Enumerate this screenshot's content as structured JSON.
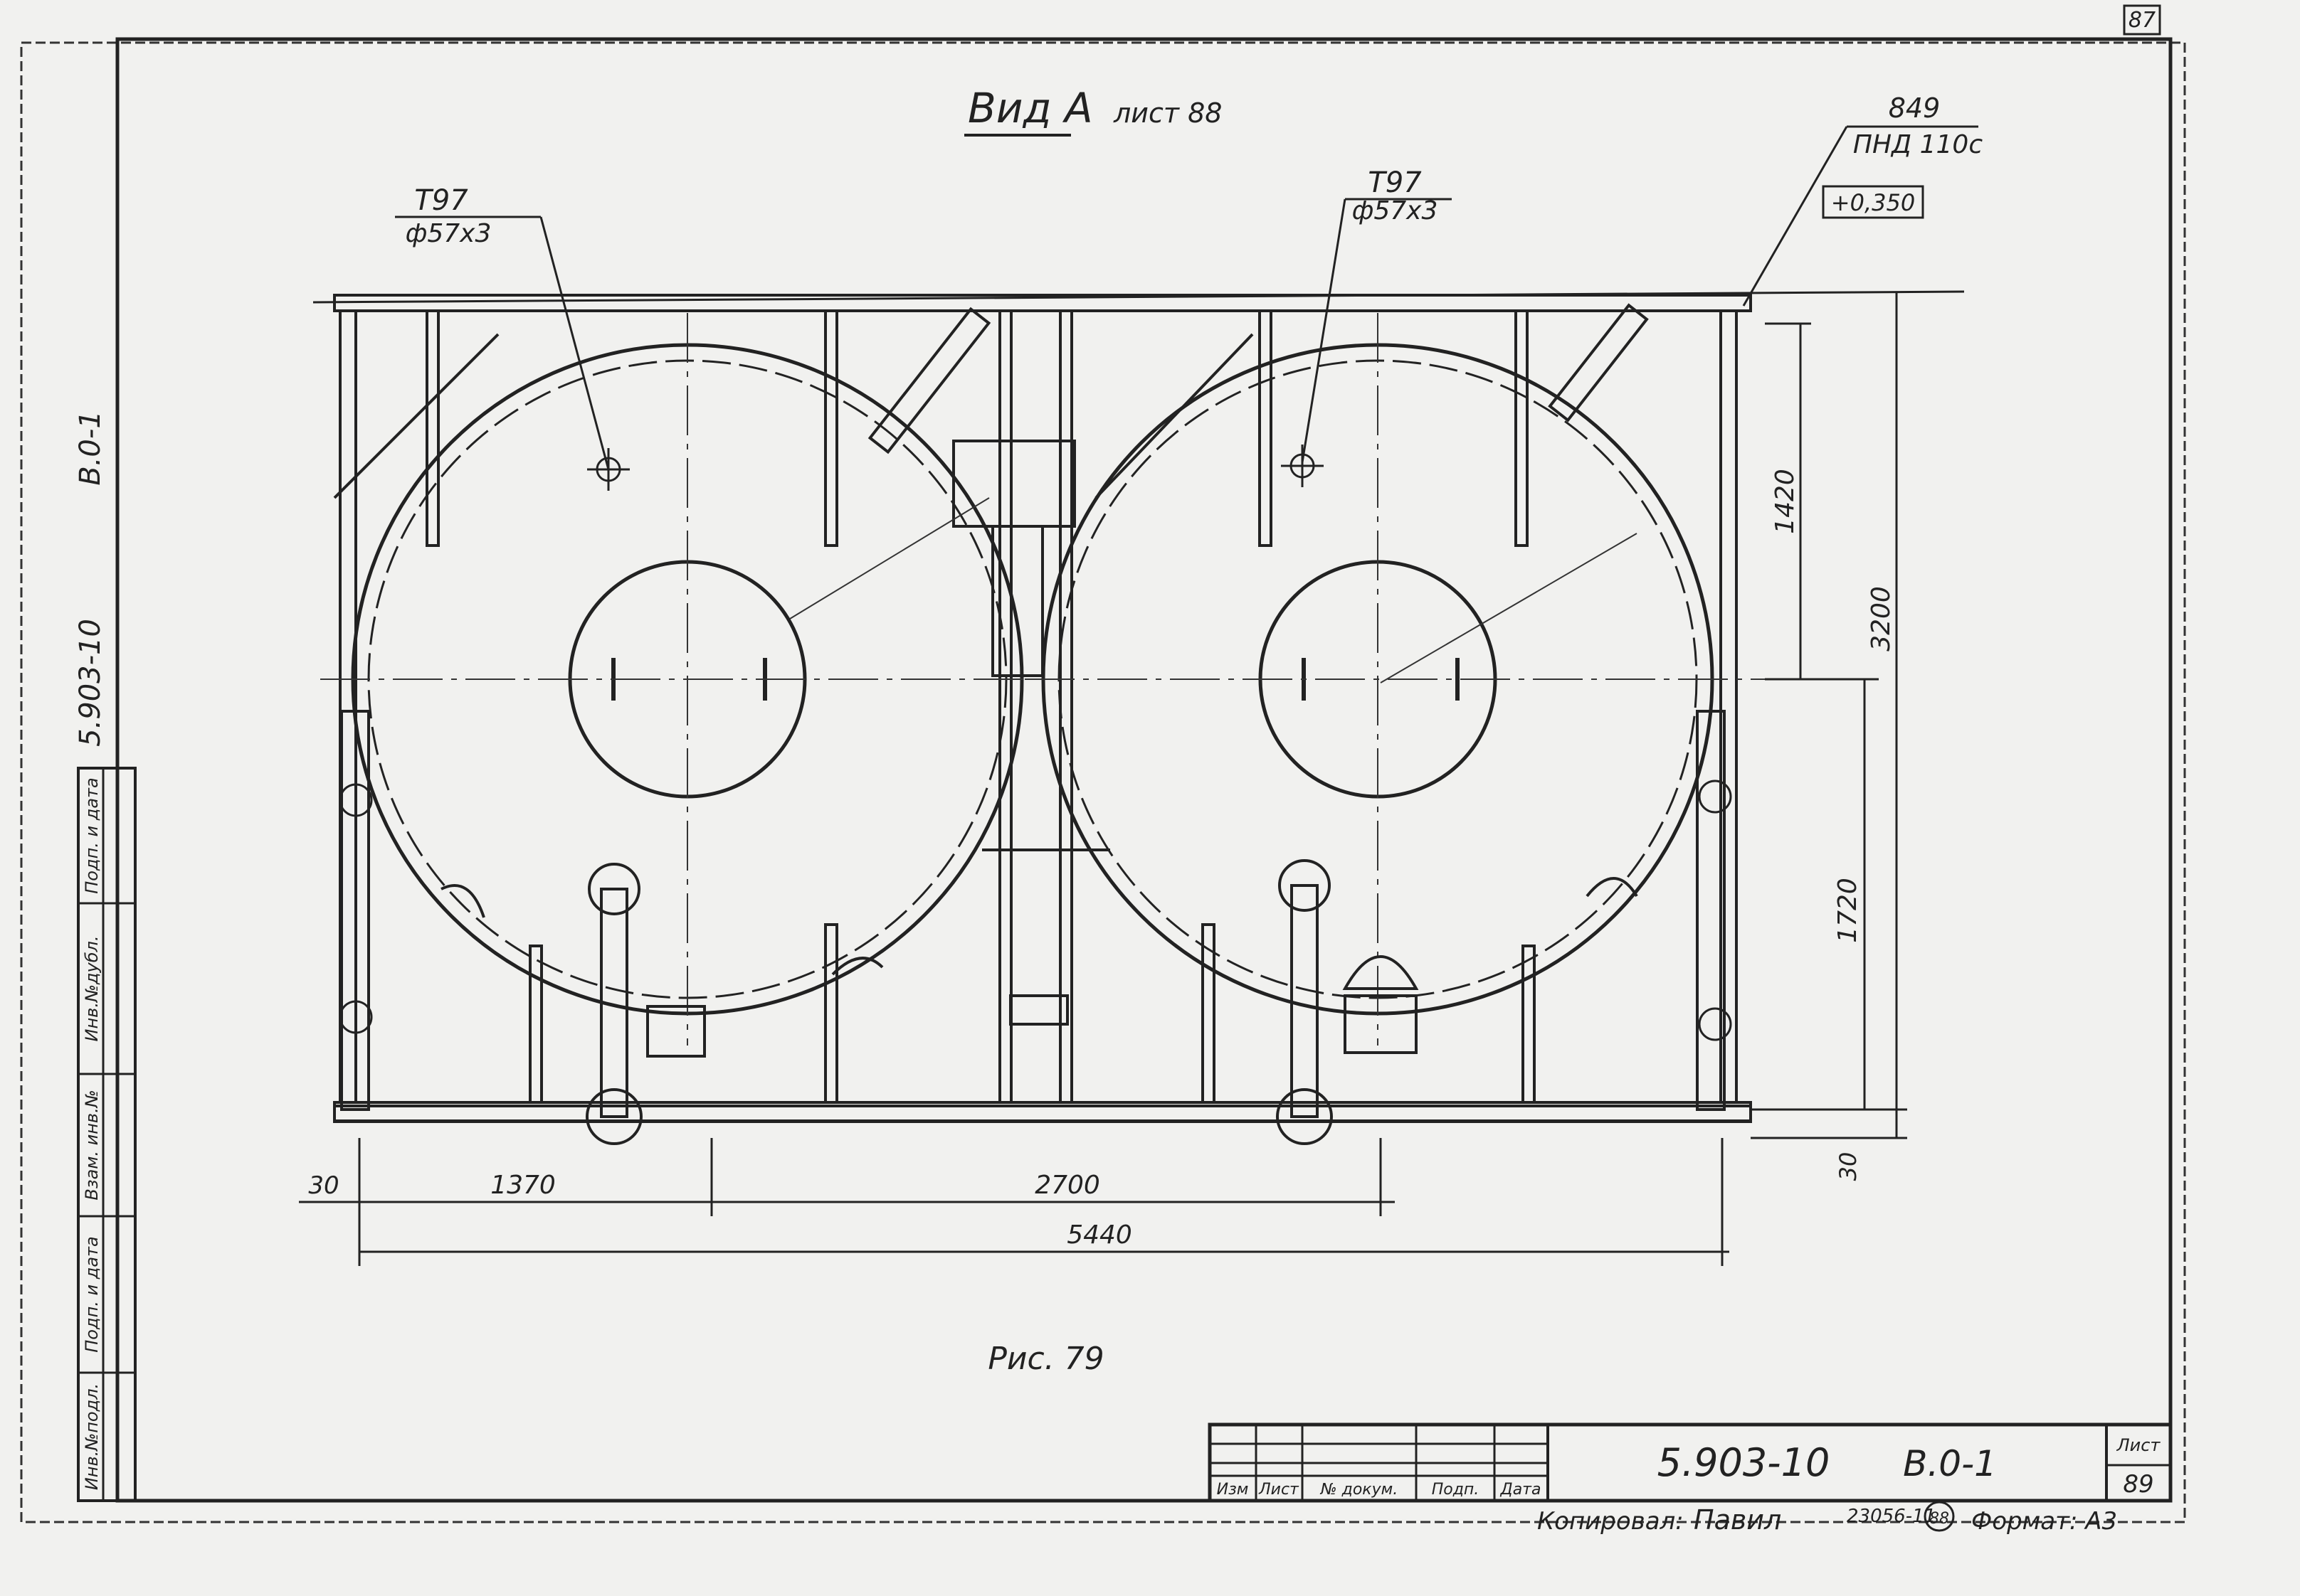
{
  "sheet_corner_number": "87",
  "header": {
    "view_title": "Вид А",
    "sheet_ref": "лист 88"
  },
  "callouts": {
    "left_tank": {
      "code": "Т97",
      "pipe": "ф57х3"
    },
    "right_tank": {
      "code": "Т97",
      "pipe": "ф57х3"
    },
    "top_right": {
      "code": "849",
      "line": "ПНД 110с",
      "elevation": "+0,350"
    }
  },
  "dimensions": {
    "left_offset": "30",
    "spacing_1": "1370",
    "spacing_2": "2700",
    "total_width": "5440",
    "height_upper": "1420",
    "height_total": "3200",
    "height_lower": "1720",
    "bottom_offset": "30"
  },
  "figure_caption": "Рис. 79",
  "side_stamp": {
    "code": "5.903-10",
    "sheet": "В.0-1",
    "fields": [
      "Инв.№подл.",
      "Подп. и дата",
      "Взам. инв.№",
      "Инв.№дубл.",
      "Подп. и дата"
    ]
  },
  "title_block": {
    "columns": [
      "Изм",
      "Лист",
      "№ докум.",
      "Подп.",
      "Дата"
    ],
    "designation": "5.903-10",
    "sheet_code": "В.0-1",
    "sheet_label": "Лист",
    "sheet_number": "89"
  },
  "footer": {
    "copied_label": "Копировал:",
    "copied_sign": "Павил",
    "order_number": "23056-11",
    "circle_number": "88",
    "format_label": "Формат: А3"
  }
}
